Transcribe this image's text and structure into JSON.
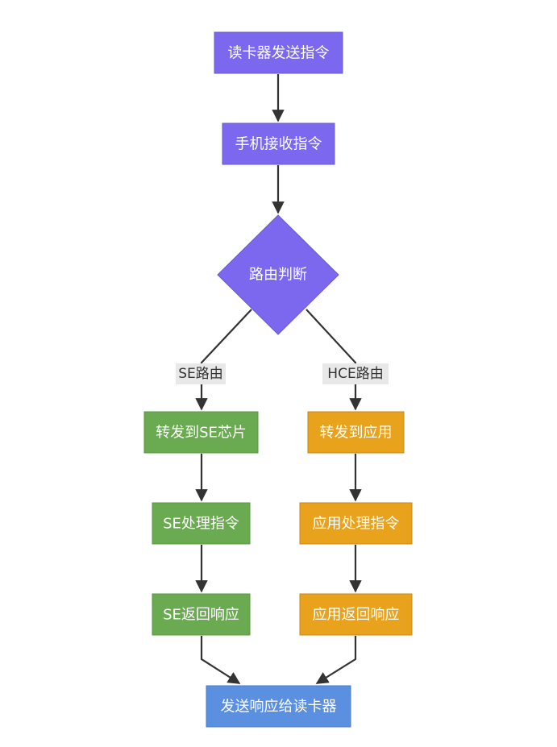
{
  "colors": {
    "purple_fill": "#7b68ee",
    "purple_stroke": "#6a5acd",
    "green_fill": "#6aaa50",
    "green_stroke": "#5a9a40",
    "orange_fill": "#e8a21c",
    "orange_stroke": "#c8861a",
    "blue_fill": "#5b8fe0",
    "blue_stroke": "#4a7bc8",
    "edge": "#333333",
    "edge_label_bg": "#e8e8e8"
  },
  "nodes": {
    "reader_send": "读卡器发送指令",
    "phone_receive": "手机接收指令",
    "route_decision": "路由判断",
    "forward_se": "转发到SE芯片",
    "se_process": "SE处理指令",
    "se_return": "SE返回响应",
    "forward_app": "转发到应用",
    "app_process": "应用处理指令",
    "app_return": "应用返回响应",
    "send_to_reader": "发送响应给读卡器"
  },
  "edges": {
    "se_route": "SE路由",
    "hce_route": "HCE路由"
  }
}
